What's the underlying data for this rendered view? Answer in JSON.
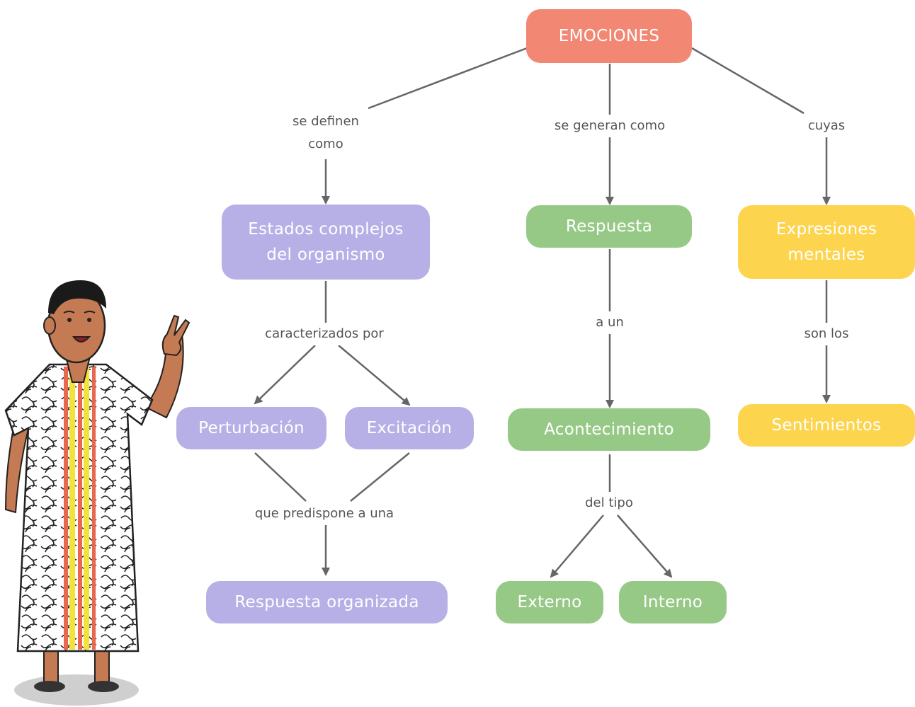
{
  "nodes": {
    "root": "EMOCIONES",
    "estados": "Estados complejos\ndel organismo",
    "respuesta": "Respuesta",
    "expresiones": "Expresiones\nmentales",
    "perturbacion": "Perturbación",
    "excitacion": "Excitación",
    "acontecimiento": "Acontecimiento",
    "sentimientos": "Sentimientos",
    "respuesta_organizada": "Respuesta organizada",
    "externo": "Externo",
    "interno": "Interno"
  },
  "links": {
    "se_definen": "se definen\ncomo",
    "se_generan": "se generan como",
    "cuyas": "cuyas",
    "caracterizados": "caracterizados por",
    "a_un": "a un",
    "son_los": "son los",
    "que_predispone": "que predispone a una",
    "del_tipo": "del tipo"
  },
  "colors": {
    "root": "#f28774",
    "purple": "#b6b0e6",
    "green": "#97c986",
    "yellow": "#fdd44e",
    "line": "#666666"
  },
  "illustration": "boy-character"
}
